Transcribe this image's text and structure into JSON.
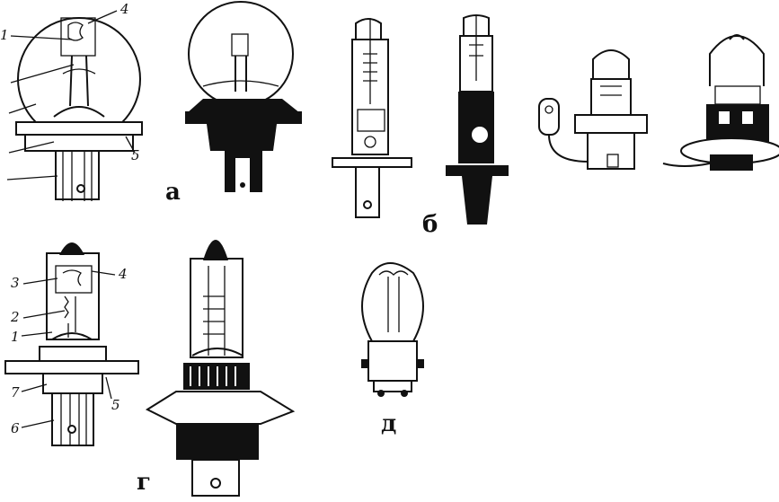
{
  "figure_labels": {
    "a": "а",
    "b": "б",
    "g": "г",
    "d": "д"
  },
  "callouts_a": {
    "n1": "1",
    "n4": "4",
    "n5": "5"
  },
  "callouts_g": {
    "n1": "1",
    "n2": "2",
    "n3": "3",
    "n4": "4",
    "n5": "5",
    "n6": "6",
    "n7": "7"
  }
}
